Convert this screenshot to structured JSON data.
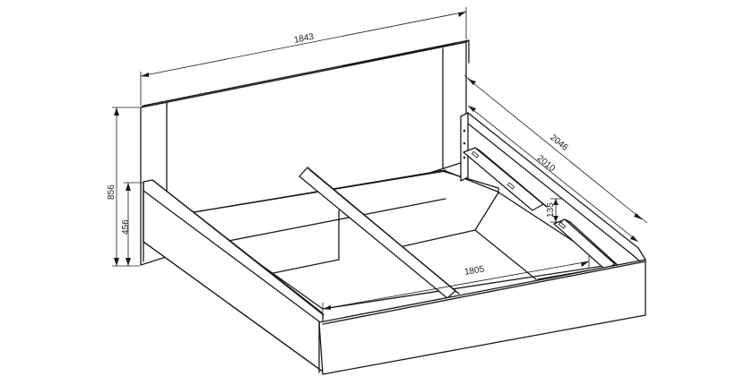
{
  "dimensions": {
    "headboard_width": "1843",
    "overall_length": "2046",
    "inner_length": "2010",
    "inner_width": "1805",
    "total_height": "856",
    "frame_height": "456",
    "rail_height": "135"
  },
  "colors": {
    "line": "#1a1a1a",
    "background": "#ffffff"
  }
}
